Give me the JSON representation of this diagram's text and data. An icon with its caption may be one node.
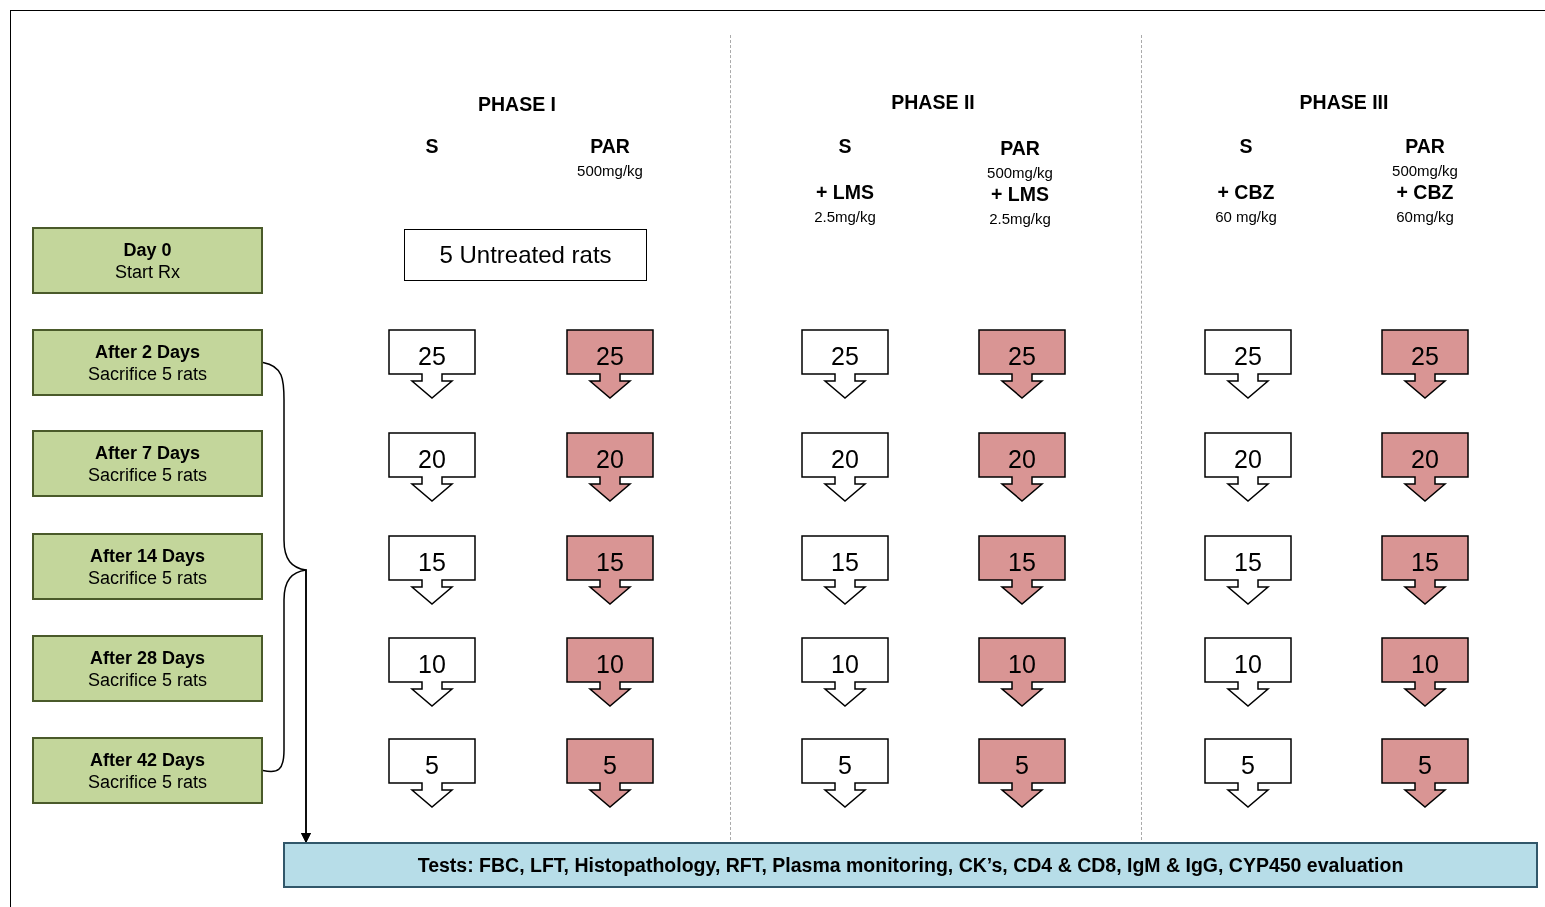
{
  "diagram": {
    "nodes": [
      {
        "text": [
          "Day 0",
          "Start Rx"
        ]
      },
      {
        "text": [
          "After 2 Days",
          "Sacrifice 5 rats"
        ]
      },
      {
        "text": [
          "After 7 Days",
          "Sacrifice 5 rats"
        ]
      },
      {
        "text": [
          "After 14 Days",
          "Sacrifice 5 rats"
        ]
      },
      {
        "text": [
          "After 28 Days",
          "Sacrifice 5 rats"
        ]
      },
      {
        "text": [
          "After 42 Days",
          "Sacrifice 5 rats"
        ]
      },
      {
        "text": [
          "5 Untreated rats"
        ]
      },
      {
        "text": [
          "25"
        ]
      },
      {
        "text": [
          "25"
        ]
      },
      {
        "text": [
          "25"
        ]
      },
      {
        "text": [
          "25"
        ]
      },
      {
        "text": [
          "25"
        ]
      },
      {
        "text": [
          "25"
        ]
      },
      {
        "text": [
          "20"
        ]
      },
      {
        "text": [
          "20"
        ]
      },
      {
        "text": [
          "20"
        ]
      },
      {
        "text": [
          "20"
        ]
      },
      {
        "text": [
          "20"
        ]
      },
      {
        "text": [
          "20"
        ]
      },
      {
        "text": [
          "15"
        ]
      },
      {
        "text": [
          "15"
        ]
      },
      {
        "text": [
          "15"
        ]
      },
      {
        "text": [
          "15"
        ]
      },
      {
        "text": [
          "15"
        ]
      },
      {
        "text": [
          "15"
        ]
      },
      {
        "text": [
          "10"
        ]
      },
      {
        "text": [
          "10"
        ]
      },
      {
        "text": [
          "10"
        ]
      },
      {
        "text": [
          "10"
        ]
      },
      {
        "text": [
          "10"
        ]
      },
      {
        "text": [
          "10"
        ]
      },
      {
        "text": [
          "5"
        ]
      },
      {
        "text": [
          "5"
        ]
      },
      {
        "text": [
          "5"
        ]
      },
      {
        "text": [
          "5"
        ]
      },
      {
        "text": [
          "5"
        ]
      },
      {
        "text": [
          "5"
        ]
      },
      {
        "text": [
          "Tests: FBC, LFT, Histopathology, RFT, Plasma monitoring, CK’s, CD4 & CD8, IgM & IgG, CYP450 evaluation"
        ]
      }
    ],
    "edges": [
      {
        "from": 1,
        "to": 37,
        "arrow": "to"
      },
      {
        "from": 5,
        "to": 37,
        "arrow": "to"
      }
    ],
    "labels": [
      "PHASE I",
      "S",
      "PAR",
      "500mg/kg",
      "PHASE II",
      "S",
      "PAR",
      "+ LMS",
      "500mg/kg",
      "2.5mg/kg",
      "+ LMS",
      "2.5mg/kg",
      "PHASE III",
      "S",
      "PAR",
      "500mg/kg",
      "+ CBZ",
      "+ CBZ",
      "60 mg/kg",
      "60mg/kg"
    ]
  }
}
